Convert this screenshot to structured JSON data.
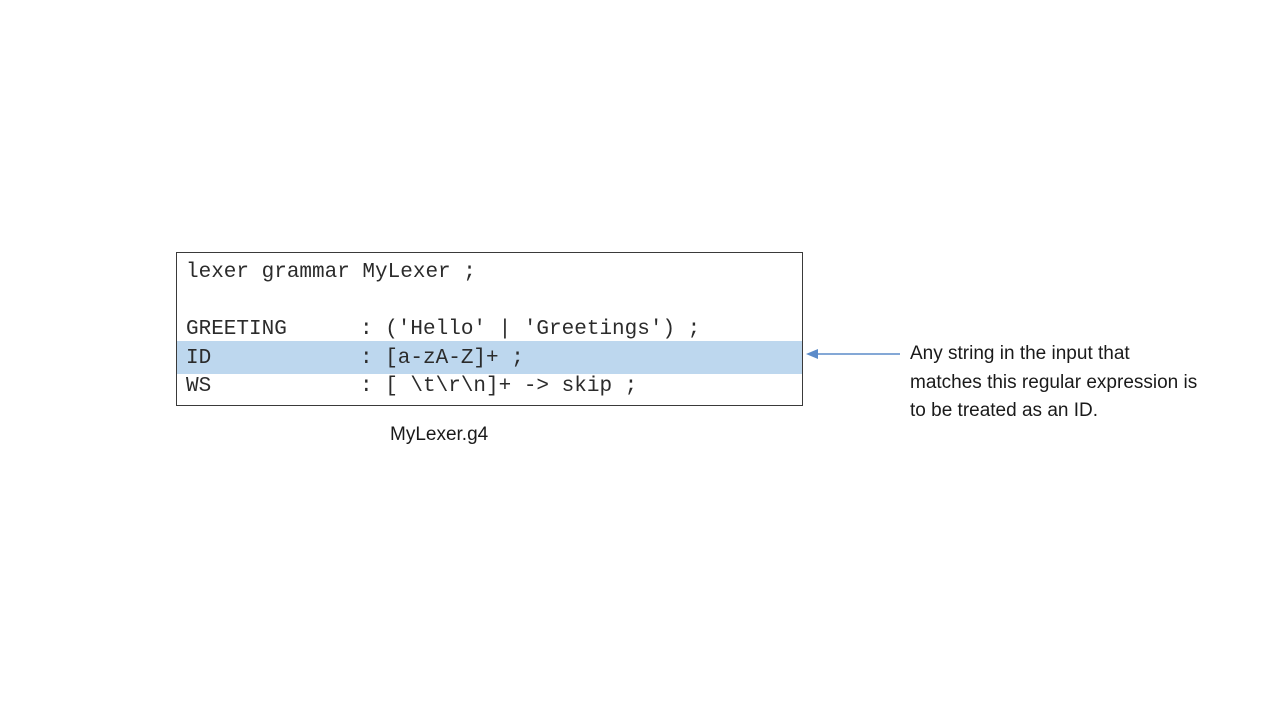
{
  "grammar": {
    "header": "lexer grammar MyLexer ;",
    "rules": [
      {
        "name": "GREETING",
        "definition": ": ('Hello' | 'Greetings') ;"
      },
      {
        "name": "ID",
        "definition": ": [a-zA-Z]+ ;"
      },
      {
        "name": "WS",
        "definition": ": [ \\t\\r\\n]+ -> skip ;"
      }
    ],
    "highlighted_rule": "ID"
  },
  "file_caption": "MyLexer.g4",
  "annotation": {
    "line1": "Any string in the input that",
    "line2": "matches this regular expression is",
    "line3": "to be treated as an ID."
  },
  "colors": {
    "highlight": "#bdd7ee",
    "arrow": "#5b8bc9",
    "border": "#3a3a3a"
  }
}
